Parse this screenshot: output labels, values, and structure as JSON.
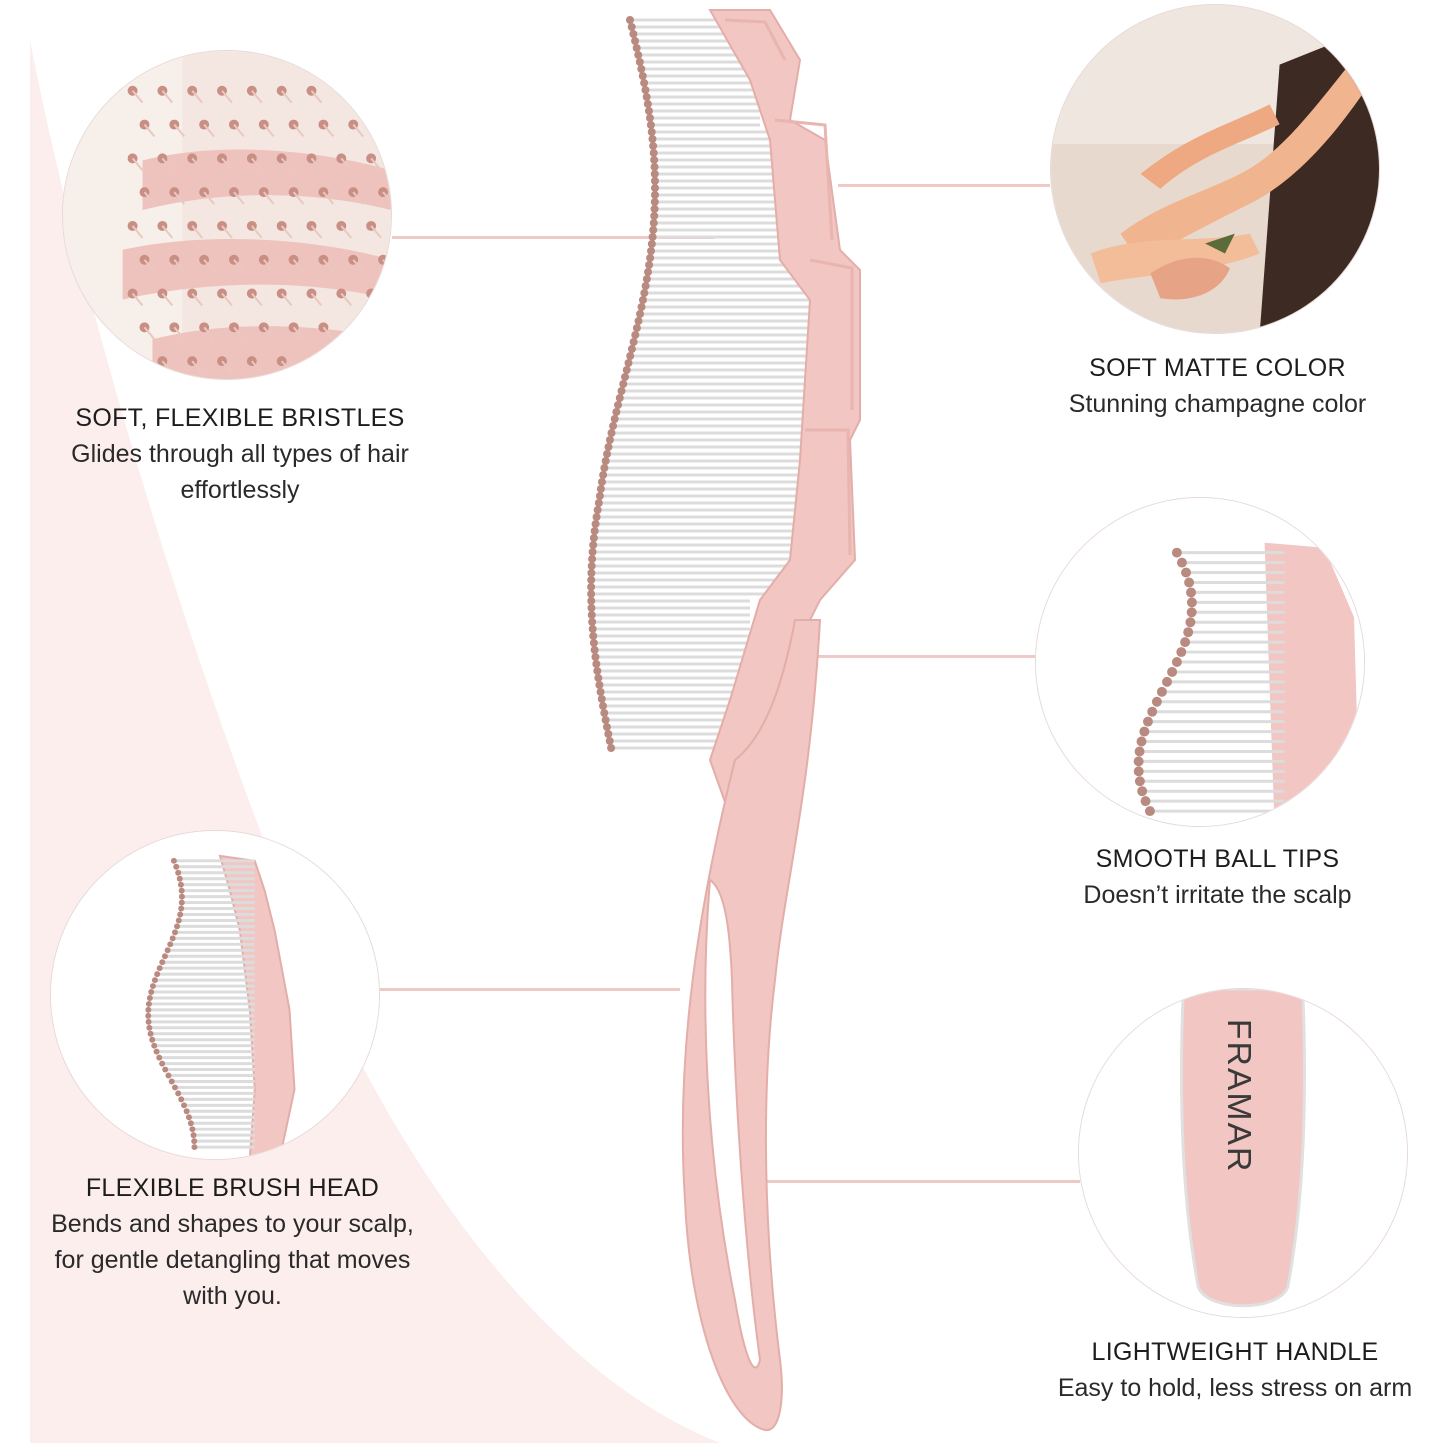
{
  "features": {
    "bristles": {
      "title": "SOFT, FLEXIBLE BRISTLES",
      "desc": "Glides through all types of hair effortlessly",
      "icon": "bristles-closeup-icon"
    },
    "color": {
      "title": "SOFT MATTE COLOR",
      "desc": "Stunning champagne color",
      "icon": "champagne-brush-closeup-icon"
    },
    "tips": {
      "title": "SMOOTH BALL TIPS",
      "desc": "Doesn’t irritate the scalp",
      "icon": "ball-tips-closeup-icon"
    },
    "head": {
      "title": "FLEXIBLE BRUSH HEAD",
      "desc": "Bends and shapes to your scalp, for gentle detangling that moves with you.",
      "icon": "brush-head-closeup-icon"
    },
    "handle": {
      "title": "LIGHTWEIGHT HANDLE",
      "desc": "Easy to hold, less stress on arm",
      "icon": "handle-closeup-icon",
      "brand": "FRAMAR"
    }
  },
  "colors": {
    "brush_pink": "#f2c6c2",
    "tip_mauve": "#b98a80",
    "connector": "#efc9c6",
    "swoosh": "#fbeeed"
  }
}
